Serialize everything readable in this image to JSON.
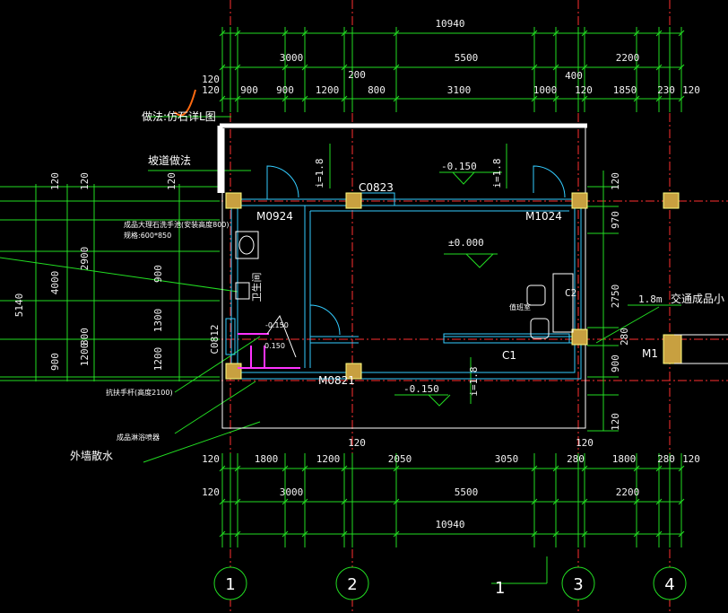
{
  "dims": {
    "overall_top": "10940",
    "top_row1": [
      "3000",
      "5500",
      "2200"
    ],
    "top_offsets": [
      "120",
      "200",
      "400"
    ],
    "top_row2": [
      "120",
      "900",
      "900",
      "1200",
      "800",
      "3100",
      "1000",
      "120",
      "1850",
      "230",
      "120"
    ],
    "left_outer": "5140",
    "left_mid": [
      "4000",
      "900"
    ],
    "left_inner": [
      "2900",
      "800",
      "1200"
    ],
    "left_ticks": [
      "120",
      "120",
      "120"
    ],
    "left_small": [
      "900",
      "1300",
      "1200"
    ],
    "right_col": [
      "120",
      "970",
      "2750",
      "280",
      "900",
      "120"
    ],
    "bot_row1": [
      "120",
      "1800",
      "1200",
      "2050",
      "3050",
      "280",
      "1800",
      "280",
      "120"
    ],
    "bot_offsets": [
      "120",
      "120"
    ],
    "bot_row2": [
      "120",
      "3000",
      "5500",
      "2200"
    ],
    "overall_bot": "10940"
  },
  "labels": {
    "note_top": "做法:仿石详L图",
    "ramp": "坡道做法",
    "door_m0924": "M0924",
    "window_c0823": "C0823",
    "door_m1024": "M1024",
    "elev_150_top": "-0.150",
    "slope_1": "i=1.8",
    "slope_2": "i=1.8",
    "slope_3": "i=1.8",
    "elev_000": "±0.000",
    "basin_note": "成品大理石洗手池(安装高度800)",
    "basin_spec": "规格:600*850",
    "wc": "卫生间",
    "window_c0812": "C0812",
    "elev_150_wc": "-0.150",
    "desk": "C2",
    "duty_room": "值班室",
    "ramp_width": "1.8m",
    "traffic_booth": "交通成品小",
    "door_m0821": "M0821",
    "elev_150_bot": "-0.150",
    "window_c1": "C1",
    "door_m1": "M1",
    "grab_bar": "抗扶手杆(高度2100)",
    "fixture": "成品淋浴喷器",
    "apron": "外墙散水",
    "small_i": "0.150",
    "small_dash": "-0.150",
    "section": "1"
  },
  "axes": [
    "1",
    "2",
    "3",
    "4"
  ],
  "colors": {
    "grid": "#ff3030",
    "dim": "#22dd22",
    "wall": "#ffffff",
    "inner": "#33ccff",
    "column": "#c8a040",
    "pink": "#ff33ff",
    "orange": "#ff6a10"
  }
}
